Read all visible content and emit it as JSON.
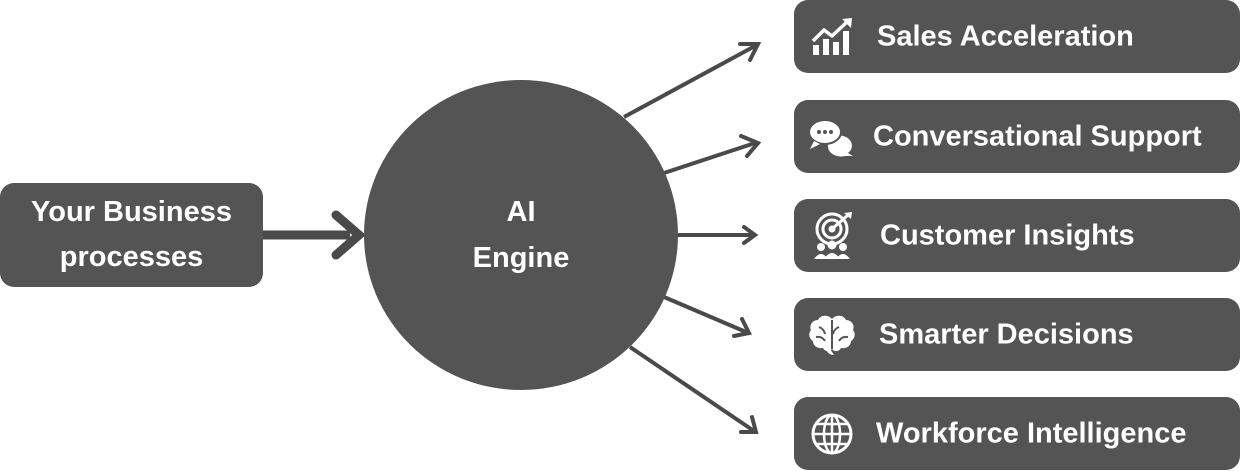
{
  "input": {
    "line1": "Your Business",
    "line2": "processes"
  },
  "engine": {
    "line1": "AI",
    "line2": "Engine"
  },
  "outputs": [
    {
      "label": "Sales Acceleration",
      "icon": "growth-chart-icon"
    },
    {
      "label": "Conversational Support",
      "icon": "chat-bubbles-icon"
    },
    {
      "label": "Customer Insights",
      "icon": "target-audience-icon"
    },
    {
      "label": "Smarter Decisions",
      "icon": "brain-icon"
    },
    {
      "label": "Workforce Intelligence",
      "icon": "globe-icon"
    }
  ],
  "colors": {
    "box": "#545454",
    "arrow": "#4a4a4a",
    "text": "#ffffff"
  }
}
